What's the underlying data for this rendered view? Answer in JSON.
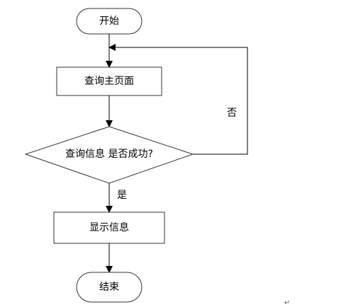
{
  "nodes": {
    "start": "开始",
    "query_home": "查询主页面",
    "decision": "查询信息 是否成功?",
    "display": "显示信息",
    "end": "结束"
  },
  "edges": {
    "no_label": "否",
    "yes_label": "是"
  },
  "marks": {
    "return_symbol": "↵"
  }
}
